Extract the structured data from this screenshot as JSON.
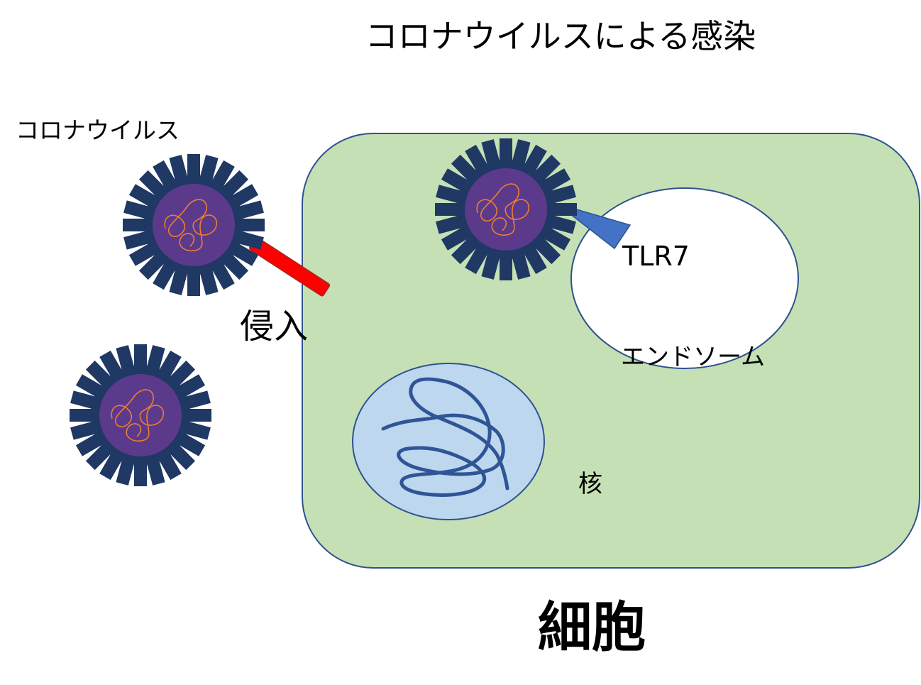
{
  "title": "コロナウイルスによる感染",
  "labels": {
    "virus": "コロナウイルス",
    "invasion": "侵入",
    "tlr7": "TLR7",
    "endosome": "エンドソーム",
    "nucleus": "核",
    "cell": "細胞"
  },
  "colors": {
    "cell_fill": "#c5e0b4",
    "cell_stroke": "#2f528f",
    "virus_capsule": "#5b3a8c",
    "virus_spikes": "#1f3864",
    "virus_rna": "#ed7d31",
    "invasion_bar": "#ff0000",
    "tlr7_receptor": "#4472c4",
    "endosome_fill": "#ffffff",
    "nucleus_fill": "#bdd7ee",
    "dna_strand": "#2f5597"
  },
  "icons": {
    "virus": "coronavirus-icon",
    "receptor": "receptor-wedge-icon",
    "dna": "dna-strand-icon"
  }
}
